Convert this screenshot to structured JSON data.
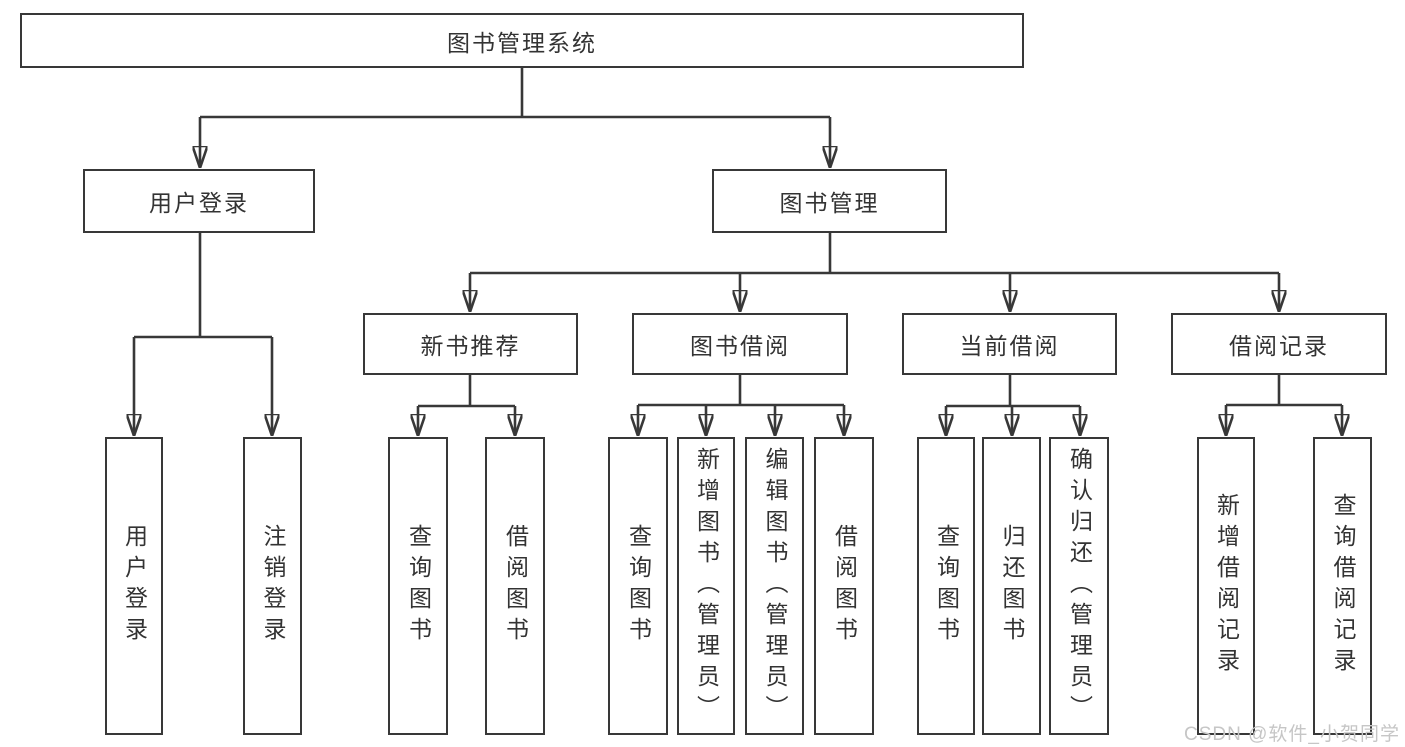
{
  "watermark": "CSDN @软件_小贺同学",
  "colors": {
    "line": "#383838",
    "text": "#333333",
    "box_bg": "#ffffff",
    "watermark": "#c6c6c6"
  },
  "tree": {
    "root": "图书管理系统",
    "branches": [
      {
        "label": "用户登录",
        "children": [
          "用户登录",
          "注销登录"
        ]
      },
      {
        "label": "图书管理",
        "groups": [
          {
            "label": "新书推荐",
            "children": [
              "查询图书",
              "借阅图书"
            ]
          },
          {
            "label": "图书借阅",
            "children": [
              "查询图书",
              "新增图书（管理员）",
              "编辑图书（管理员）",
              "借阅图书"
            ]
          },
          {
            "label": "当前借阅",
            "children": [
              "查询图书",
              "归还图书",
              "确认归还（管理员）"
            ]
          },
          {
            "label": "借阅记录",
            "children": [
              "新增借阅记录",
              "查询借阅记录"
            ]
          }
        ]
      }
    ]
  }
}
